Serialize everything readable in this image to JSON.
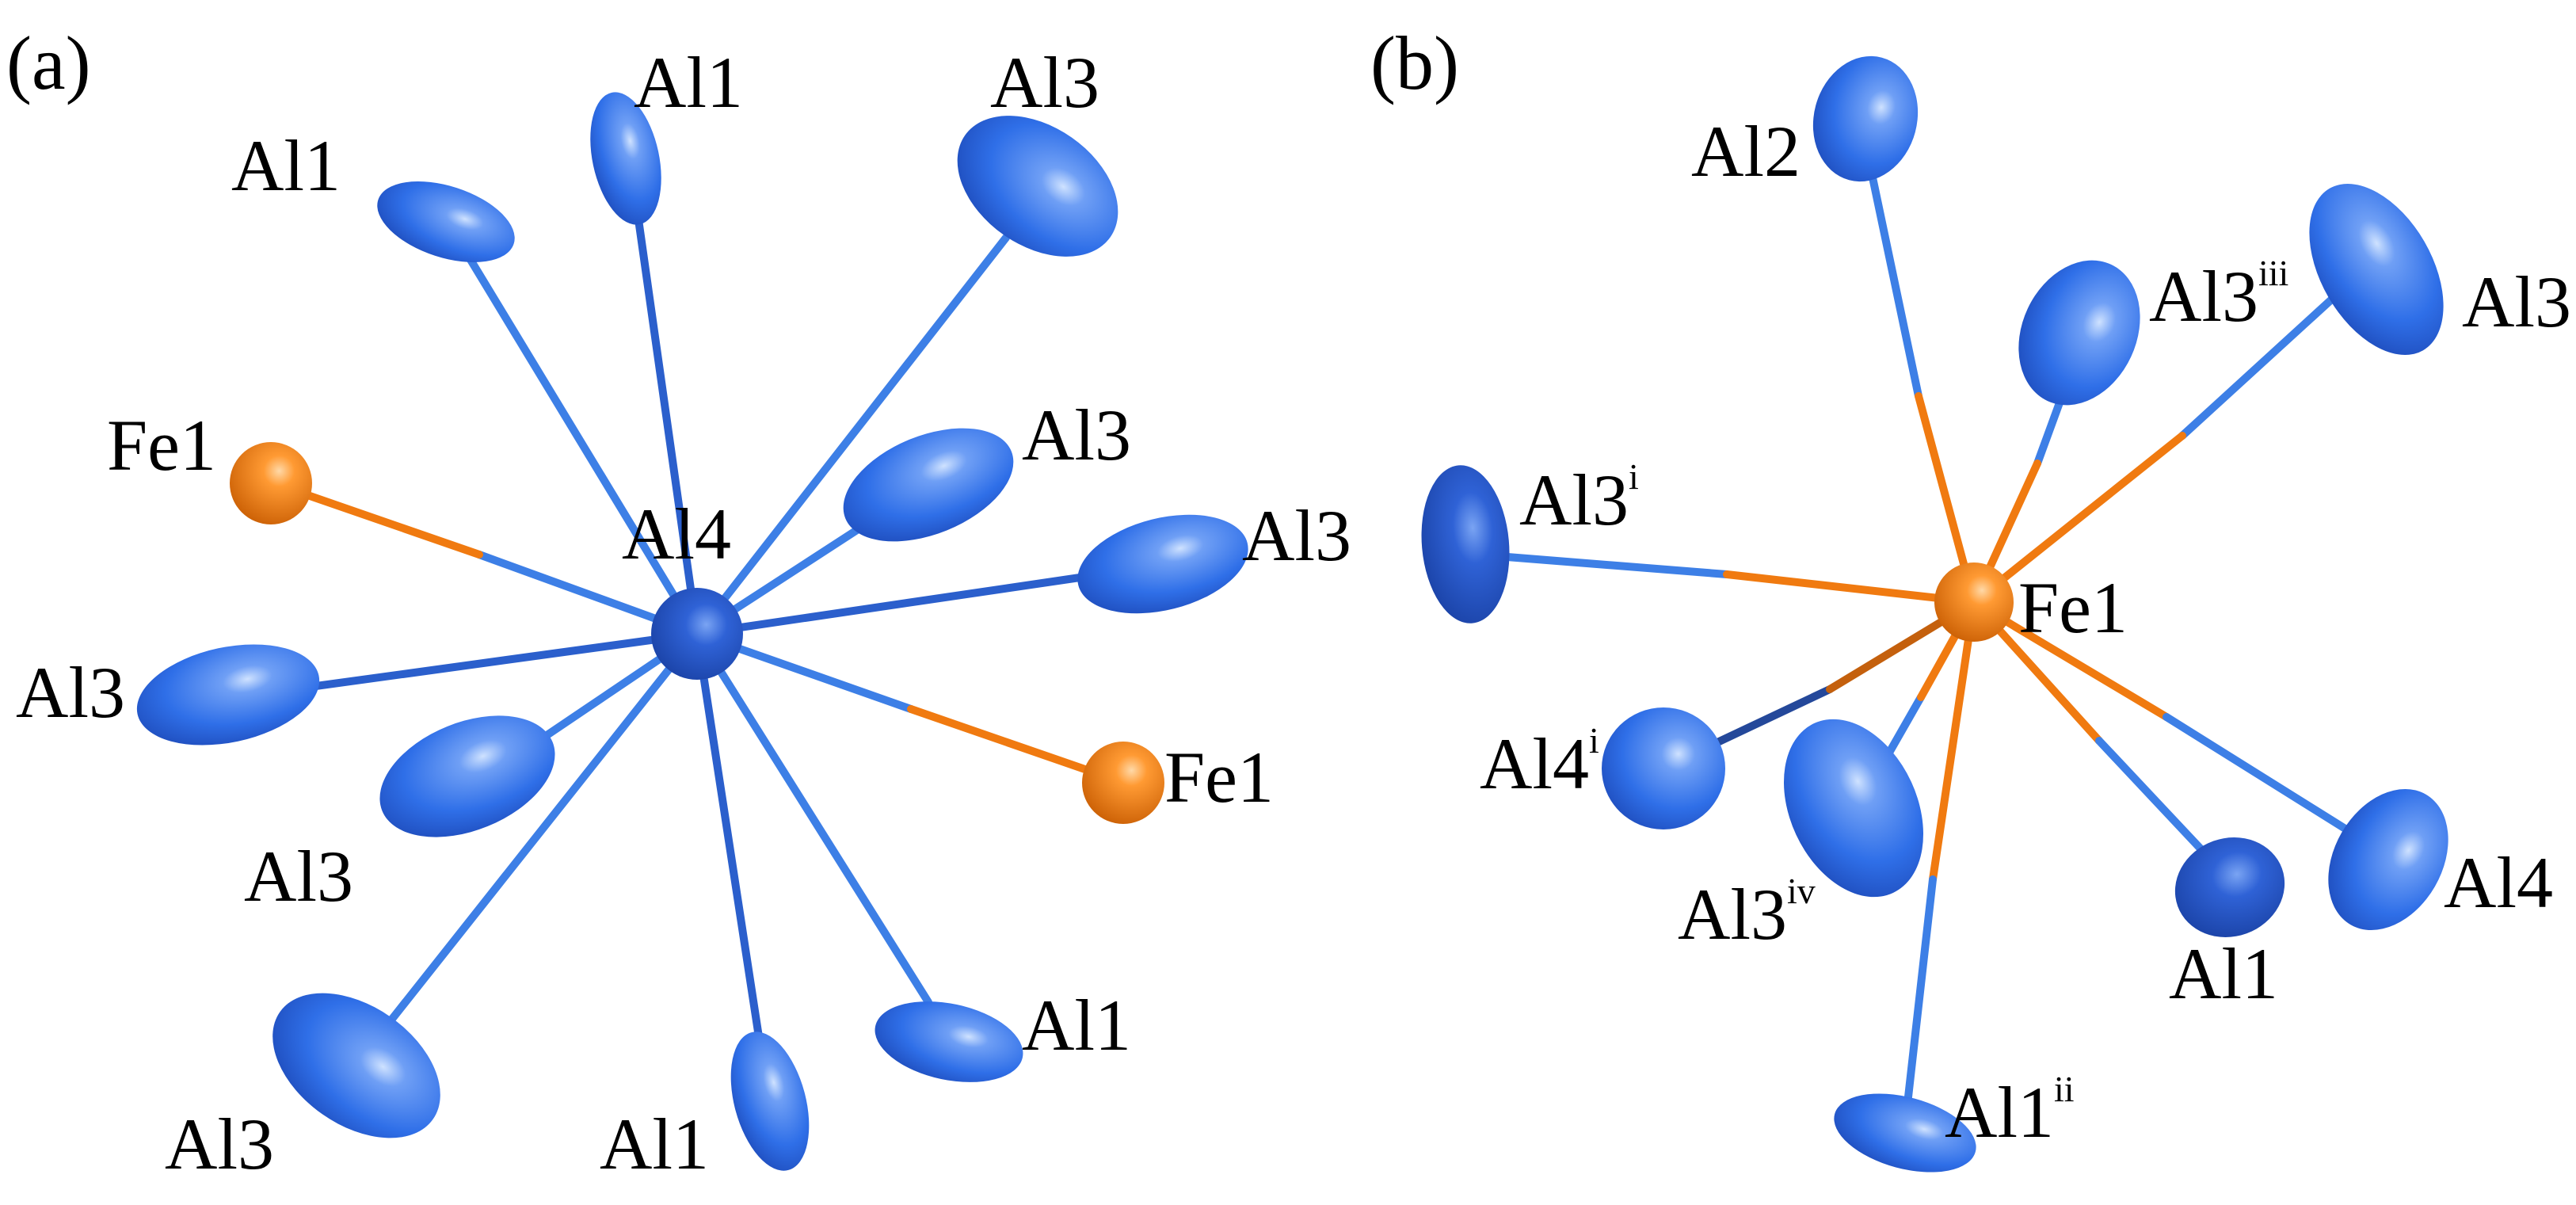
{
  "colors": {
    "al_atom": "#2f6fe8",
    "al_atom_dark": "#1c47b5",
    "fe_atom": "#f07a10",
    "al_bond": "#3d7fe6",
    "fe_bond": "#f07a10",
    "dark_bond": "#24489a"
  },
  "panels": {
    "a": {
      "label": "(a)",
      "center_label": "Al4",
      "labels": [
        "Al1",
        "Al1",
        "Al3",
        "Fe1",
        "Al3",
        "Al3",
        "Al3",
        "Fe1",
        "Al3",
        "Al3",
        "Al1",
        "Al1"
      ]
    },
    "b": {
      "label": "(b)",
      "center_label": "Fe1",
      "labels": [
        {
          "base": "Al2",
          "sup": ""
        },
        {
          "base": "Al3",
          "sup": "iii"
        },
        {
          "base": "Al3",
          "sup": ""
        },
        {
          "base": "Al3",
          "sup": "i"
        },
        {
          "base": "Al4",
          "sup": "i"
        },
        {
          "base": "Al3",
          "sup": "iv"
        },
        {
          "base": "Al1",
          "sup": ""
        },
        {
          "base": "Al4",
          "sup": ""
        },
        {
          "base": "Al1",
          "sup": "ii"
        }
      ]
    }
  }
}
